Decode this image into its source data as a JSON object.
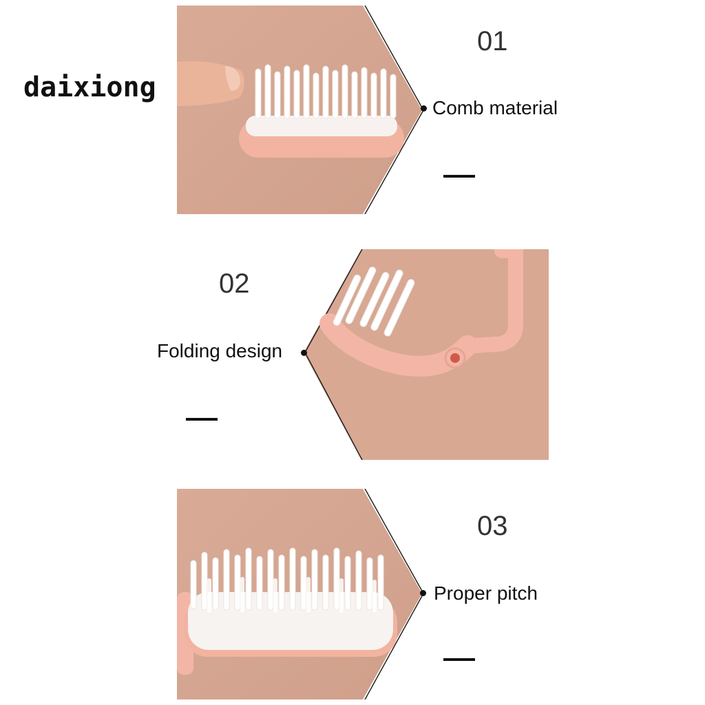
{
  "brand": {
    "name": "daixiong"
  },
  "features": [
    {
      "number": "01",
      "label": "Comb material"
    },
    {
      "number": "02",
      "label": "Folding design"
    },
    {
      "number": "03",
      "label": "Proper pitch"
    }
  ],
  "colors": {
    "background": "#d8a893",
    "comb_pink": "#f3b6a6",
    "bristle": "#ffffff",
    "text": "#111111"
  }
}
